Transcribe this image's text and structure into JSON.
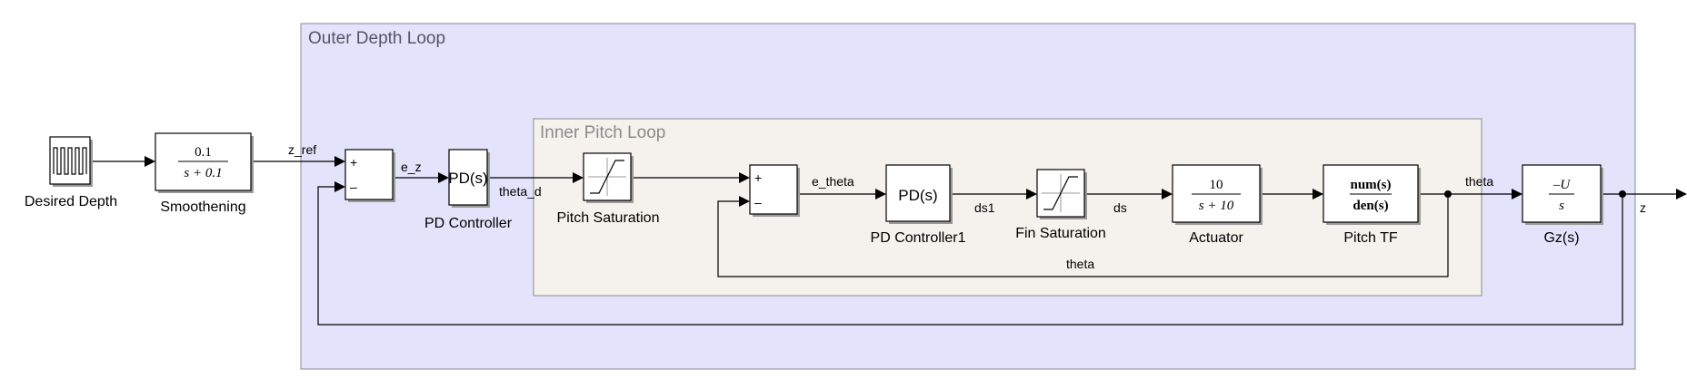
{
  "areas": {
    "outer": {
      "title": "Outer Depth Loop",
      "fill": "#e3e3fb",
      "title_color": "#555566"
    },
    "inner": {
      "title": "Inner Pitch Loop",
      "fill": "#f5f2ee",
      "title_color": "#8a8a8a"
    }
  },
  "blocks": {
    "desired_depth": {
      "label": "Desired Depth"
    },
    "smoothening": {
      "label": "Smoothening",
      "num": "0.1",
      "den": "s + 0.1"
    },
    "sum_outer": {
      "plus": "+",
      "minus": "–"
    },
    "pd_controller": {
      "label": "PD Controller",
      "text": "PD(s)"
    },
    "pitch_saturation": {
      "label": "Pitch Saturation"
    },
    "sum_inner": {
      "plus": "+",
      "minus": "–"
    },
    "pd_controller1": {
      "label": "PD Controller1",
      "text": "PD(s)"
    },
    "fin_saturation": {
      "label": "Fin Saturation"
    },
    "actuator": {
      "label": "Actuator",
      "num": "10",
      "den": "s + 10"
    },
    "pitch_tf": {
      "label": "Pitch TF",
      "num": "num(s)",
      "den": "den(s)"
    },
    "gz": {
      "label": "Gz(s)",
      "num": "–U",
      "den": "s"
    }
  },
  "signals": {
    "z_ref": "z_ref",
    "e_z": "e_z",
    "theta_d": "theta_d",
    "e_theta": "e_theta",
    "ds1": "ds1",
    "ds": "ds",
    "theta_out": "theta",
    "theta_feedback": "theta",
    "z": "z"
  }
}
